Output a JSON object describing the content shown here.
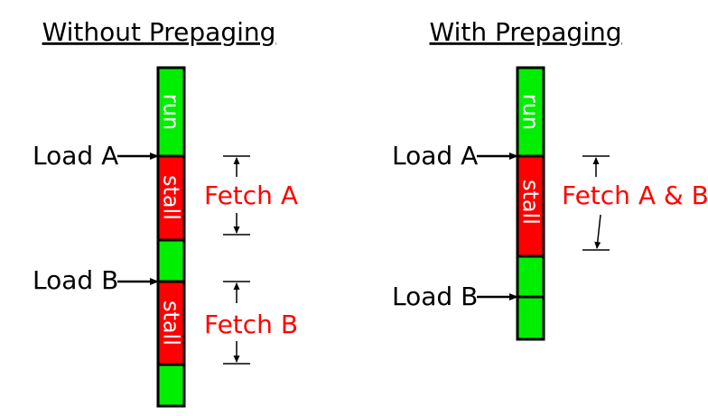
{
  "colors": {
    "run": "#00ee00",
    "stall": "#ff0000",
    "fetch_text": "#ff0000",
    "outline": "#000000"
  },
  "left": {
    "title": "Without Prepaging",
    "segments": [
      {
        "state": "run",
        "label": "run"
      },
      {
        "state": "stall",
        "label": "stall"
      },
      {
        "state": "run",
        "label": ""
      },
      {
        "state": "stall",
        "label": "stall"
      },
      {
        "state": "run",
        "label": ""
      }
    ],
    "load_a": "Load A",
    "load_b": "Load B",
    "fetch_a": "Fetch A",
    "fetch_b": "Fetch B"
  },
  "right": {
    "title": "With Prepaging",
    "segments": [
      {
        "state": "run",
        "label": "run"
      },
      {
        "state": "stall",
        "label": "stall"
      },
      {
        "state": "run",
        "label": ""
      },
      {
        "state": "run",
        "label": ""
      }
    ],
    "load_a": "Load A",
    "load_b": "Load B",
    "fetch_ab": "Fetch A & B"
  }
}
